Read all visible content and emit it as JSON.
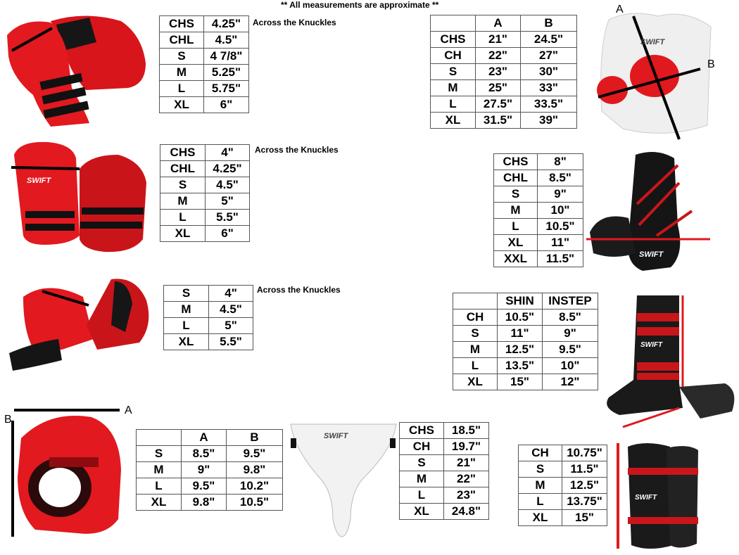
{
  "header_note": "** All measurements are approximate **",
  "brand": "SWIFT",
  "colors": {
    "red": "#e0191e",
    "dark_red": "#b10d12",
    "black": "#111111",
    "white_pad": "#f2f2f2"
  },
  "knuckle_note": "Across the Knuckles",
  "chest_guard": {
    "label_a": "A",
    "label_b": "B"
  },
  "headgear": {
    "label_a": "A",
    "label_b": "B"
  },
  "tables": {
    "sparring_mitts": [
      [
        "CHS",
        "4.25\""
      ],
      [
        "CHL",
        "4.5\""
      ],
      [
        "S",
        "4 7/8\""
      ],
      [
        "M",
        "5.25\""
      ],
      [
        "L",
        "5.75\""
      ],
      [
        "XL",
        "6\""
      ]
    ],
    "mma_gloves": [
      [
        "CHS",
        "4\""
      ],
      [
        "CHL",
        "4.25\""
      ],
      [
        "S",
        "4.5\""
      ],
      [
        "M",
        "5\""
      ],
      [
        "L",
        "5.5\""
      ],
      [
        "XL",
        "6\""
      ]
    ],
    "hand_pads": [
      [
        "S",
        "4\""
      ],
      [
        "M",
        "4.5\""
      ],
      [
        "L",
        "5\""
      ],
      [
        "XL",
        "5.5\""
      ]
    ],
    "chest_guard": {
      "headers": [
        "",
        "A",
        "B"
      ],
      "rows": [
        [
          "CHS",
          "21\"",
          "24.5\""
        ],
        [
          "CH",
          "22\"",
          "27\""
        ],
        [
          "S",
          "23\"",
          "30\""
        ],
        [
          "M",
          "25\"",
          "33\""
        ],
        [
          "L",
          "27.5\"",
          "33.5\""
        ],
        [
          "XL",
          "31.5\"",
          "39\""
        ]
      ]
    },
    "foot_pads": [
      [
        "CHS",
        "8\""
      ],
      [
        "CHL",
        "8.5\""
      ],
      [
        "S",
        "9\""
      ],
      [
        "M",
        "10\""
      ],
      [
        "L",
        "10.5\""
      ],
      [
        "XL",
        "11\""
      ],
      [
        "XXL",
        "11.5\""
      ]
    ],
    "shin_instep": {
      "headers": [
        "",
        "SHIN",
        "INSTEP"
      ],
      "rows": [
        [
          "CH",
          "10.5\"",
          "8.5\""
        ],
        [
          "S",
          "11\"",
          "9\""
        ],
        [
          "M",
          "12.5\"",
          "9.5\""
        ],
        [
          "L",
          "13.5\"",
          "10\""
        ],
        [
          "XL",
          "15\"",
          "12\""
        ]
      ]
    },
    "headgear": {
      "headers": [
        "",
        "A",
        "B"
      ],
      "rows": [
        [
          "S",
          "8.5\"",
          "9.5\""
        ],
        [
          "M",
          "9\"",
          "9.8\""
        ],
        [
          "L",
          "9.5\"",
          "10.2\""
        ],
        [
          "XL",
          "9.8\"",
          "10.5\""
        ]
      ]
    },
    "groin_guard": [
      [
        "CHS",
        "18.5\""
      ],
      [
        "CH",
        "19.7\""
      ],
      [
        "S",
        "21\""
      ],
      [
        "M",
        "22\""
      ],
      [
        "L",
        "23\""
      ],
      [
        "XL",
        "24.8\""
      ]
    ],
    "shin_guard": [
      [
        "CH",
        "10.75\""
      ],
      [
        "S",
        "11.5\""
      ],
      [
        "M",
        "12.5\""
      ],
      [
        "L",
        "13.75\""
      ],
      [
        "XL",
        "15\""
      ]
    ]
  }
}
